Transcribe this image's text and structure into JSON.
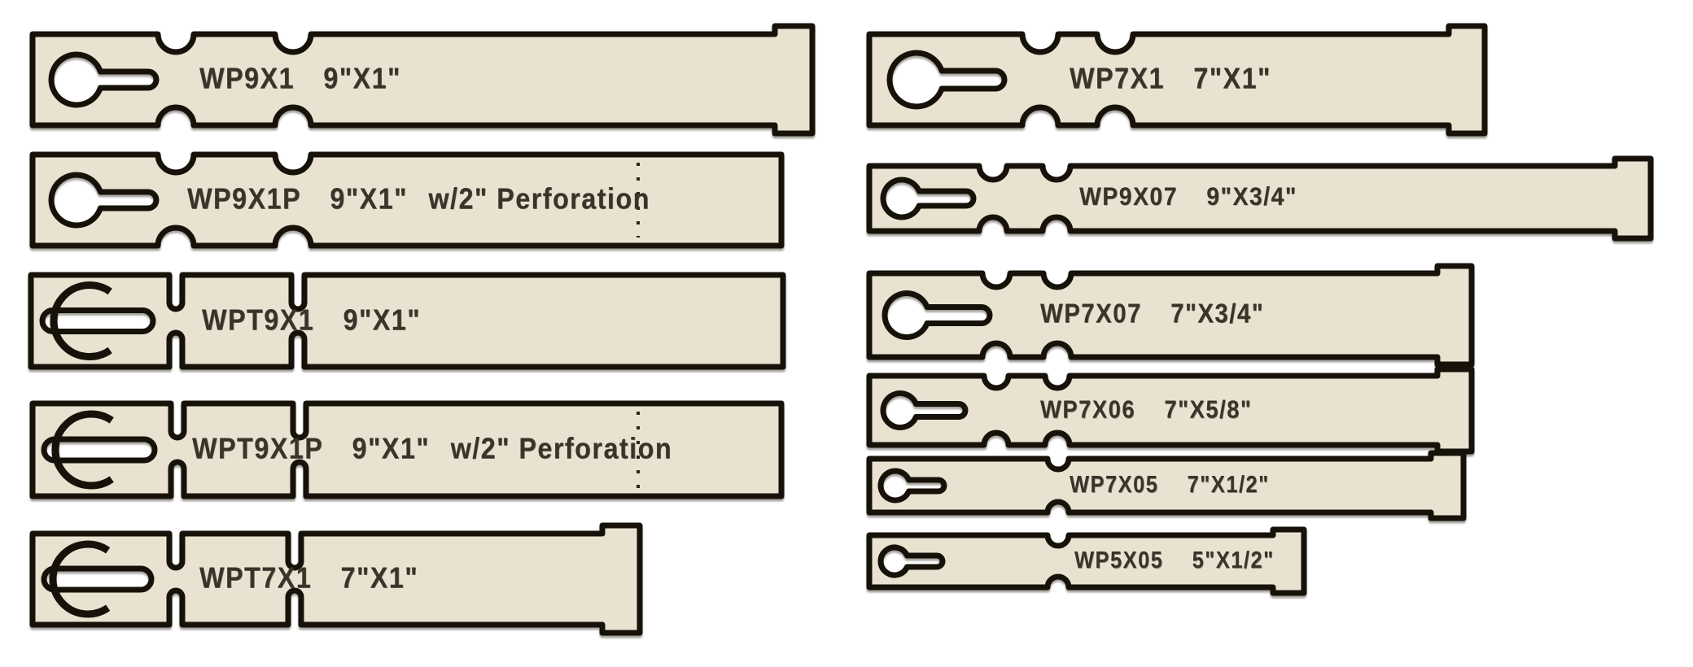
{
  "page": {
    "description": "Wrap tag die-cut style diagram",
    "background": "#ffffff"
  },
  "colors": {
    "tag_fill": "#e9e2d1",
    "outline": "#161209",
    "text": "#3a3329",
    "perforation": "#2a251c"
  },
  "tags": [
    {
      "part": "WP9X1",
      "size": "9\"X1\"",
      "column": "left",
      "hole": "keyhole-cutout",
      "notches": "round",
      "end": "flared-cap"
    },
    {
      "part": "WP9X1P",
      "size": "9\"X1\"",
      "note": "w/2\" Perforation",
      "column": "left",
      "hole": "keyhole-cutout",
      "notches": "round",
      "end": "flat",
      "perforation": "2 inch from end"
    },
    {
      "part": "WPT9X1",
      "size": "9\"X1\"",
      "column": "left",
      "hole": "euro-slot-cutout",
      "notches": "slit",
      "end": "flat"
    },
    {
      "part": "WPT9X1P",
      "size": "9\"X1\"",
      "note": "w/2\" Perforation",
      "column": "left",
      "hole": "euro-slot-cutout",
      "notches": "slit",
      "end": "flat",
      "perforation": "2 inch from end"
    },
    {
      "part": "WPT7X1",
      "size": "7\"X1\"",
      "column": "left",
      "hole": "euro-slot-cutout",
      "notches": "slit",
      "end": "flared-cap"
    },
    {
      "part": "WP7X1",
      "size": "7\"X1\"",
      "column": "right",
      "hole": "keyhole-cutout",
      "notches": "round",
      "end": "flared-cap"
    },
    {
      "part": "WP9X07",
      "size": "9\"X3/4\"",
      "column": "right",
      "hole": "keyhole-cutout",
      "notches": "round",
      "end": "flared-cap"
    },
    {
      "part": "WP7X07",
      "size": "7\"X3/4\"",
      "column": "right",
      "hole": "keyhole-cutout",
      "notches": "round",
      "end": "flared-cap"
    },
    {
      "part": "WP7X06",
      "size": "7\"X5/8\"",
      "column": "right",
      "hole": "keyhole-cutout",
      "notches": "round",
      "end": "flared-cap"
    },
    {
      "part": "WP7X05",
      "size": "7\"X1/2\"",
      "column": "right",
      "hole": "keyhole-cutout",
      "notches": "round",
      "end": "flared-cap"
    },
    {
      "part": "WP5X05",
      "size": "5\"X1/2\"",
      "column": "right",
      "hole": "keyhole-cutout",
      "notches": "round",
      "end": "flared-cap"
    }
  ]
}
